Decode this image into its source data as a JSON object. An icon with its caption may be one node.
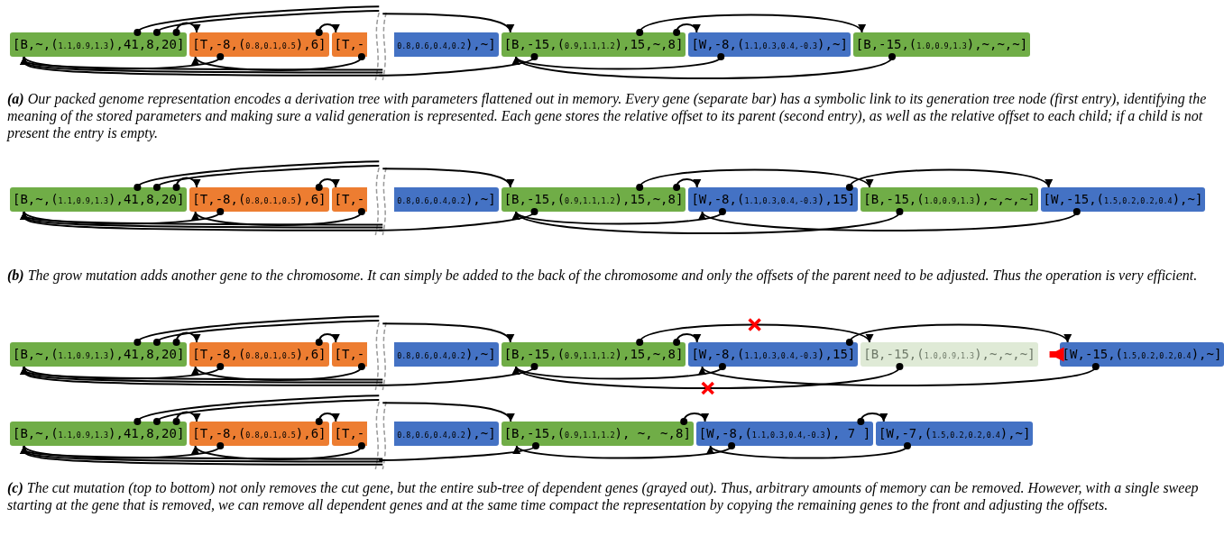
{
  "diagram": {
    "nodes": [
      {
        "text": [
          "[B,~,($_{1.1,0.9,1.3}$),41,8,20]"
        ]
      },
      {
        "text": [
          "[T,-8,($_{0.8,0.1,0.5}$),6]"
        ]
      },
      {
        "text": [
          "[T,-"
        ]
      },
      {
        "text": [
          "$_{0.8,0.6,0.4,0.2}$),~]"
        ]
      },
      {
        "text": [
          "[B,-15,($_{0.9,1.1,1.2}$),15,~,8]"
        ]
      },
      {
        "text": [
          "[W,-8,($_{1.1,0.3,0.4,-0.3}$),~]"
        ]
      },
      {
        "text": [
          "[B,-15,($_{1.0,0.9,1.3}$),~,~,~]"
        ]
      },
      {
        "text": [
          "[B,~,($_{1.1,0.9,1.3}$),41,8,20]"
        ]
      },
      {
        "text": [
          "[T,-8,($_{0.8,0.1,0.5}$),6]"
        ]
      },
      {
        "text": [
          "[T,-"
        ]
      },
      {
        "text": [
          "$_{0.8,0.6,0.4,0.2}$),~]"
        ]
      },
      {
        "text": [
          "[B,-15,($_{0.9,1.1,1.2}$),15,~,8]"
        ]
      },
      {
        "text": [
          "[W,-8,($_{1.1,0.3,0.4,-0.3}$),15]"
        ]
      },
      {
        "text": [
          "[B,-15,($_{1.0,0.9,1.3}$),~,~,~]"
        ]
      },
      {
        "text": [
          "[W,-15,($_{1.5,0.2,0.2,0.4}$),~]"
        ]
      },
      {
        "text": [
          "[B,~,($_{1.1,0.9,1.3}$),41,8,20]"
        ]
      },
      {
        "text": [
          "[T,-8,($_{0.8,0.1,0.5}$),6]"
        ]
      },
      {
        "text": [
          "[T,-"
        ]
      },
      {
        "text": [
          "$_{0.8,0.6,0.4,0.2}$),~]"
        ]
      },
      {
        "text": [
          "[B,-15,($_{0.9,1.1,1.2}$),15,~,8]"
        ]
      },
      {
        "text": [
          "[W,-8,($_{1.1,0.3,0.4,-0.3}$),15]"
        ]
      },
      {
        "text": [
          "[B,-15,($_{1.0,0.9,1.3}$),~,~,~]"
        ]
      },
      {
        "text": [
          "[W,-15,($_{1.5,0.2,0.2,0.4}$),~]"
        ]
      },
      {
        "text": [
          "[B,~,($_{1.1,0.9,1.3}$),41,8,20]"
        ]
      },
      {
        "text": [
          "[T,-8,($_{0.8,0.1,0.5}$),6]"
        ]
      },
      {
        "text": [
          "[T,-"
        ]
      },
      {
        "text": [
          "$_{0.8,0.6,0.4,0.2}$),~]"
        ]
      },
      {
        "text": [
          "[B,-15,($_{0.9,1.1,1.2}$), ~, ~,8]"
        ]
      },
      {
        "text": [
          "[W,-8,($_{1.1,0.3,0.4,-0.3}$), 7 ]"
        ]
      },
      {
        "text": [
          "[W,-7,($_{1.5,0.2,0.2,0.4}$),~]"
        ]
      }
    ],
    "edges": [
      {
        "from": 0,
        "to": null,
        "arrow": "other"
      },
      {
        "from": 0,
        "to": null,
        "arrow": "other"
      },
      {
        "from": 0,
        "to": 1,
        "arrow": "to"
      },
      {
        "from": 1,
        "to": 2,
        "arrow": "to"
      },
      {
        "from": null,
        "to": 4,
        "arrow": "to"
      },
      {
        "from": 1,
        "to": 0,
        "arrow": "to"
      },
      {
        "from": 2,
        "to": 1,
        "arrow": "to"
      },
      {
        "from": null,
        "to": 0,
        "arrow": "to"
      },
      {
        "from": null,
        "to": 0,
        "arrow": "to"
      },
      {
        "from": null,
        "to": 0,
        "arrow": "to"
      },
      {
        "from": 4,
        "to": null,
        "arrow": "other"
      },
      {
        "from": 4,
        "to": 6,
        "arrow": "to"
      },
      {
        "from": 4,
        "to": 5,
        "arrow": "to"
      },
      {
        "from": 5,
        "to": 4,
        "arrow": "to"
      },
      {
        "from": 6,
        "to": 4,
        "arrow": "to"
      },
      {
        "from": 7,
        "to": null,
        "arrow": "other"
      },
      {
        "from": 7,
        "to": null,
        "arrow": "other"
      },
      {
        "from": 7,
        "to": 8,
        "arrow": "to"
      },
      {
        "from": 8,
        "to": 9,
        "arrow": "to"
      },
      {
        "from": null,
        "to": 11,
        "arrow": "to"
      },
      {
        "from": 8,
        "to": 7,
        "arrow": "to"
      },
      {
        "from": 9,
        "to": 8,
        "arrow": "to"
      },
      {
        "from": null,
        "to": 7,
        "arrow": "to"
      },
      {
        "from": null,
        "to": 7,
        "arrow": "to"
      },
      {
        "from": null,
        "to": 7,
        "arrow": "to"
      },
      {
        "from": 11,
        "to": null,
        "arrow": "other"
      },
      {
        "from": 11,
        "to": 13,
        "arrow": "to"
      },
      {
        "from": 11,
        "to": 12,
        "arrow": "to"
      },
      {
        "from": 12,
        "to": 11,
        "arrow": "to"
      },
      {
        "from": 12,
        "to": 14,
        "arrow": "to"
      },
      {
        "from": 13,
        "to": 11,
        "arrow": "to"
      },
      {
        "from": 14,
        "to": 12,
        "arrow": "to"
      },
      {
        "from": 15,
        "to": null,
        "arrow": "other"
      },
      {
        "from": 15,
        "to": null,
        "arrow": "other"
      },
      {
        "from": 15,
        "to": 16,
        "arrow": "to"
      },
      {
        "from": 16,
        "to": 17,
        "arrow": "to"
      },
      {
        "from": null,
        "to": 19,
        "arrow": "to"
      },
      {
        "from": 16,
        "to": 15,
        "arrow": "to"
      },
      {
        "from": 17,
        "to": 16,
        "arrow": "to"
      },
      {
        "from": null,
        "to": 15,
        "arrow": "to"
      },
      {
        "from": null,
        "to": 15,
        "arrow": "to"
      },
      {
        "from": null,
        "to": 15,
        "arrow": "to"
      },
      {
        "from": 19,
        "to": null,
        "arrow": "other"
      },
      {
        "from": 19,
        "to": 21,
        "arrow": "to"
      },
      {
        "from": 19,
        "to": 20,
        "arrow": "to"
      },
      {
        "from": 20,
        "to": 19,
        "arrow": "to"
      },
      {
        "from": 20,
        "to": 22,
        "arrow": "to"
      },
      {
        "from": 21,
        "to": 19,
        "arrow": "to"
      },
      {
        "from": 22,
        "to": 20,
        "arrow": "to"
      },
      {
        "from": 22,
        "to": 21,
        "arrow": "to",
        "style": "thick",
        "color": "#ff0000"
      },
      {
        "from": 23,
        "to": null,
        "arrow": "other"
      },
      {
        "from": 23,
        "to": null,
        "arrow": "other"
      },
      {
        "from": 23,
        "to": 24,
        "arrow": "to"
      },
      {
        "from": 24,
        "to": 25,
        "arrow": "to"
      },
      {
        "from": null,
        "to": 27,
        "arrow": "to"
      },
      {
        "from": 24,
        "to": 23,
        "arrow": "to"
      },
      {
        "from": 25,
        "to": 24,
        "arrow": "to"
      },
      {
        "from": null,
        "to": 23,
        "arrow": "to"
      },
      {
        "from": null,
        "to": 23,
        "arrow": "to"
      },
      {
        "from": null,
        "to": 23,
        "arrow": "to"
      },
      {
        "from": 27,
        "to": null,
        "arrow": "other"
      },
      {
        "from": 27,
        "to": 28,
        "arrow": "to"
      },
      {
        "from": 28,
        "to": 27,
        "arrow": "to"
      },
      {
        "from": 28,
        "to": 29,
        "arrow": "to"
      },
      {
        "from": 29,
        "to": 28,
        "arrow": "to"
      }
    ],
    "labels": [
      "**(a)** Our packed genome representation encodes a derivation tree with parameters flattened out in memory. Every gene (separate bar) has a symbolic link to its generation tree node (first entry), identifying the meaning of the stored parameters and making sure a valid generation is represented. Each gene stores the relative offset to its parent (second entry), as well as the relative offset to each child; if a child is not present the entry is empty.",
      "**(b)** The grow mutation adds another gene to the chromosome. It can simply be added to the back of the chromosome and only the offsets of the parent need to be adjusted. Thus the operation is very efficient.",
      "**(c)** The cut mutation (top to bottom) not only removes the cut gene, but the entire sub-tree of dependent genes (grayed out). Thus, arbitrary amounts of memory can be removed. However, with a single sweep starting at the gene that is removed, we can remove all dependent genes and at the same time compact the representation by copying the remaining genes to the front and adjusting the offsets."
    ]
  }
}
